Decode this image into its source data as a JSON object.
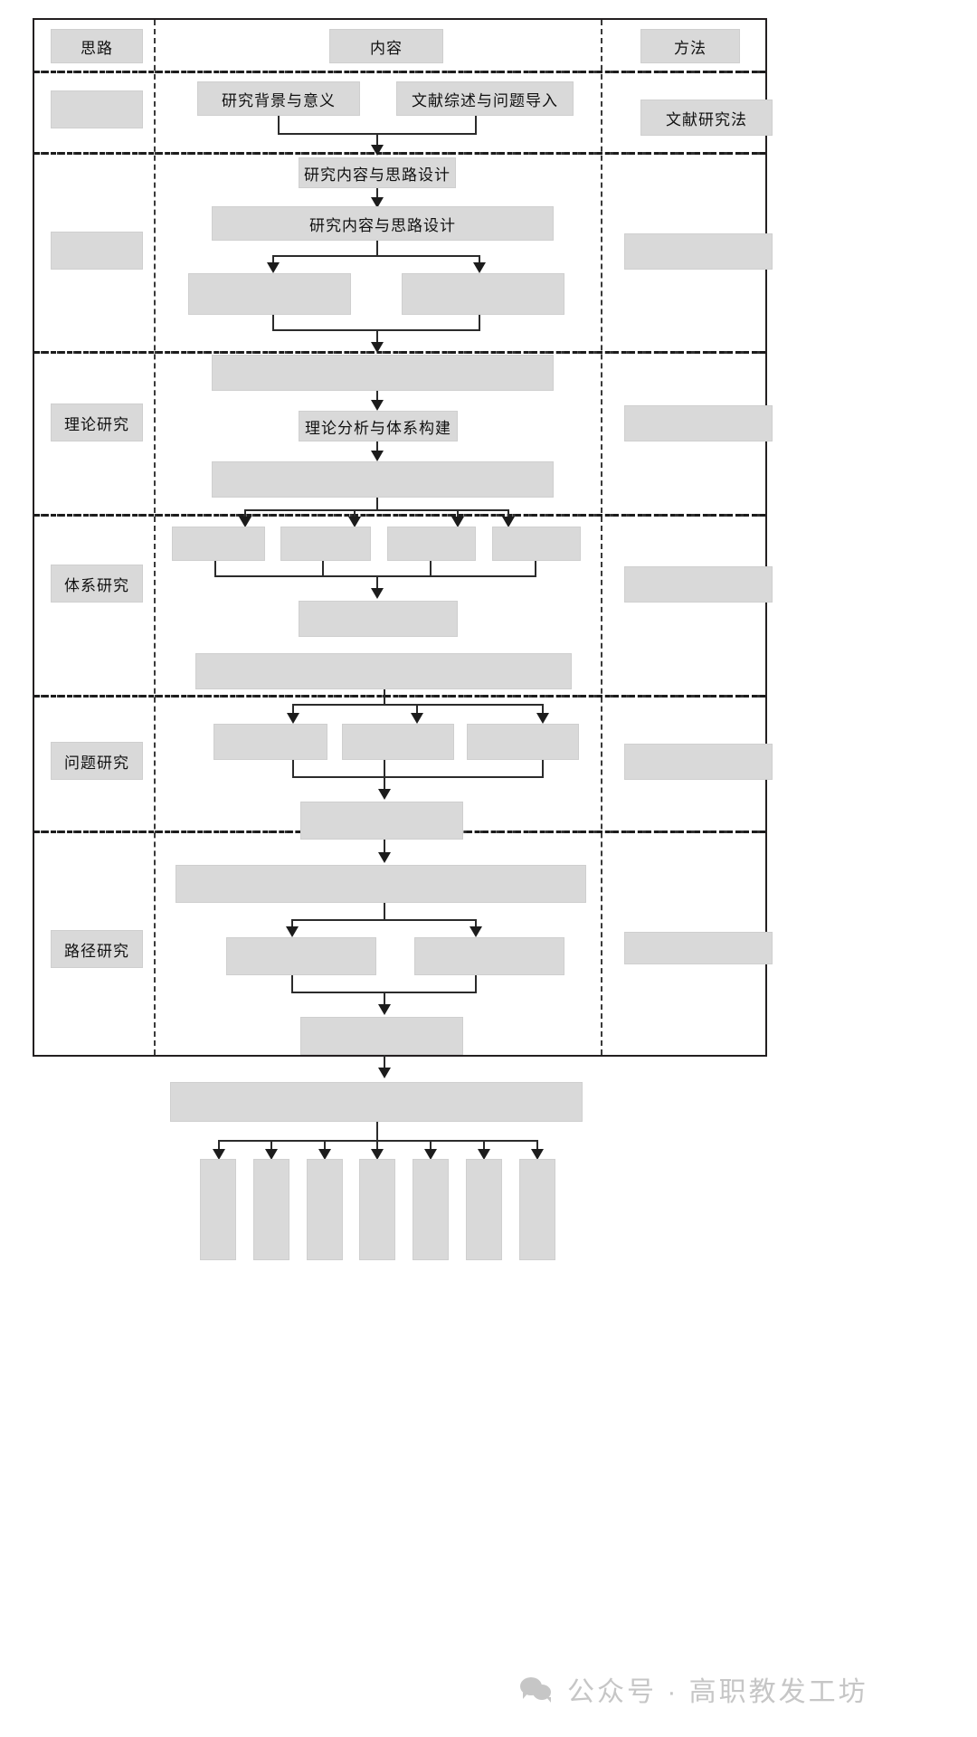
{
  "figure": {
    "type": "research-framework-flowchart",
    "orientation": "three-column swimlane",
    "columns": [
      {
        "key": "approach",
        "header": "思路"
      },
      {
        "key": "content",
        "header": "内容"
      },
      {
        "key": "method",
        "header": "方法"
      }
    ],
    "colors": {
      "box_fill": "#d9d9d9",
      "box_border": "#cfcfcf",
      "line": "#2b2b2b",
      "frame": "#231f20",
      "watermark": "#c6c6c6",
      "page_background": "#ffffff"
    },
    "headers": {
      "approach": "思路",
      "content": "内容",
      "method": "方法"
    },
    "bands": [
      {
        "index": 0,
        "approach_label": "",
        "method_label": "文献研究法",
        "content_nodes": [
          {
            "id": "n1",
            "label": "研究背景与意义"
          },
          {
            "id": "n2",
            "label": "文献综述与问题导入"
          },
          {
            "id": "n3",
            "label": "研究内容与思路设计"
          }
        ]
      },
      {
        "index": 1,
        "approach_label": "",
        "method_label": "",
        "content_nodes": [
          {
            "id": "n4",
            "label": "研究内容与思路设计"
          },
          {
            "id": "n5",
            "label": ""
          },
          {
            "id": "n6",
            "label": ""
          },
          {
            "id": "n7",
            "label": ""
          },
          {
            "id": "n8",
            "label": ""
          },
          {
            "id": "n9",
            "label": "理论分析与体系构建"
          }
        ]
      },
      {
        "index": 2,
        "approach_label": "理论研究",
        "method_label": "",
        "content_nodes": [
          {
            "id": "n10",
            "label": ""
          },
          {
            "id": "n11",
            "label": ""
          },
          {
            "id": "n12",
            "label": ""
          },
          {
            "id": "n13",
            "label": ""
          },
          {
            "id": "n14",
            "label": ""
          },
          {
            "id": "n15",
            "label": ""
          }
        ]
      },
      {
        "index": 3,
        "approach_label": "体系研究",
        "method_label": "",
        "content_nodes": [
          {
            "id": "n16",
            "label": ""
          },
          {
            "id": "n17",
            "label": ""
          },
          {
            "id": "n18",
            "label": ""
          },
          {
            "id": "n19",
            "label": ""
          },
          {
            "id": "n20",
            "label": ""
          }
        ]
      },
      {
        "index": 4,
        "approach_label": "问题研究",
        "method_label": "",
        "content_nodes": [
          {
            "id": "n21",
            "label": ""
          },
          {
            "id": "n22",
            "label": ""
          },
          {
            "id": "n23",
            "label": ""
          },
          {
            "id": "n24",
            "label": ""
          }
        ]
      },
      {
        "index": 5,
        "approach_label": "路径研究",
        "method_label": "",
        "content_nodes": [
          {
            "id": "n25",
            "label": ""
          },
          {
            "id": "n26",
            "label": ""
          },
          {
            "id": "n27",
            "label": ""
          },
          {
            "id": "n28",
            "label": ""
          },
          {
            "id": "n29",
            "label": ""
          },
          {
            "id": "n30",
            "label": ""
          },
          {
            "id": "n31",
            "label": ""
          },
          {
            "id": "n32",
            "label": ""
          }
        ]
      }
    ],
    "approach_labels": {
      "band0": "",
      "band1": "",
      "theory": "理论研究",
      "system": "体系研究",
      "problem": "问题研究",
      "path": "路径研究"
    },
    "method_labels": {
      "literature": "文献研究法",
      "m2": "",
      "m3": "",
      "m4": "",
      "m5": "",
      "m6": ""
    },
    "content_labels": {
      "background": "研究背景与意义",
      "review": "文献综述与问题导入",
      "design_small": "研究内容与思路设计",
      "design_wide": "研究内容与思路设计",
      "theory_build": "理论分析与体系构建"
    }
  },
  "watermark": {
    "icon": "wechat-icon",
    "text": "公众号 · 高职教发工坊"
  }
}
